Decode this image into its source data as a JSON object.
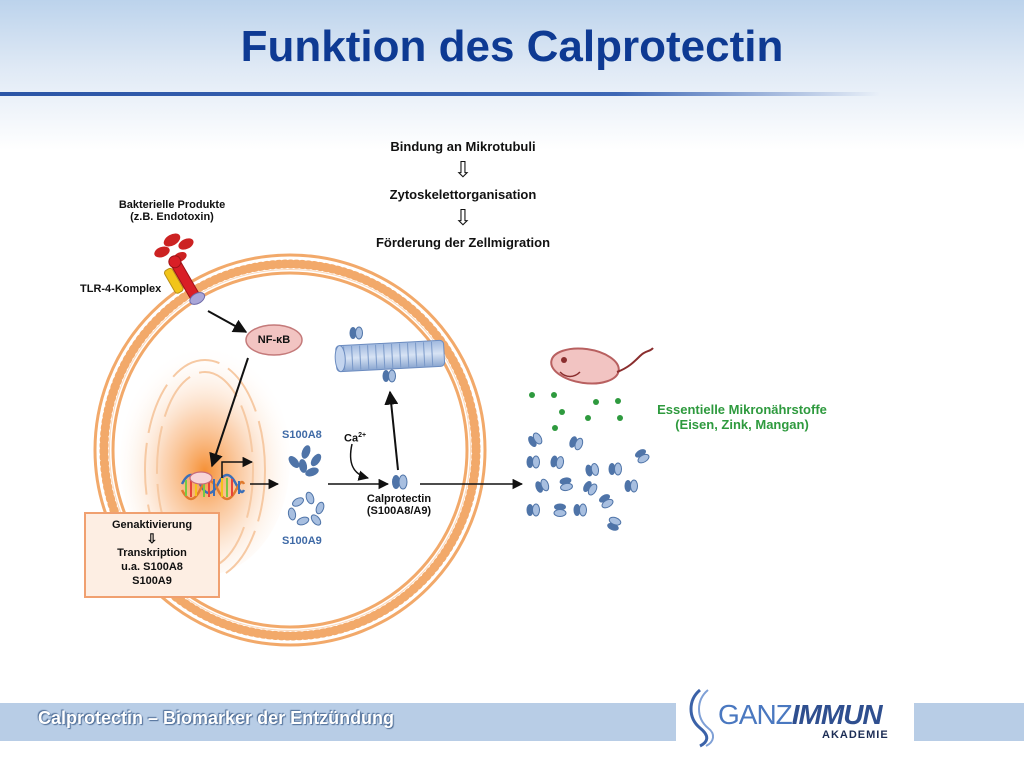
{
  "slide": {
    "title": "Funktion des Calprotectin"
  },
  "top_chain": {
    "step1": "Bindung an Mikrotubuli",
    "step2": "Zytoskelettorganisation",
    "step3": "Förderung der Zellmigration",
    "arrow_glyph": "⇩"
  },
  "labels": {
    "bacterial_line1": "Bakterielle Produkte",
    "bacterial_line2": "(z.B. Endotoxin)",
    "tlr4": "TLR-4-Komplex",
    "nfkb": "NF-κB",
    "s100a8": "S100A8",
    "s100a9": "S100A9",
    "ca_base": "Ca",
    "ca_sup": "2+",
    "calprotectin_line1": "Calprotectin",
    "calprotectin_line2": "(S100A8/A9)",
    "micronutrients_line1": "Essentielle Mikronährstoffe",
    "micronutrients_line2": "(Eisen, Zink, Mangan)"
  },
  "gene_box": {
    "line1": "Genaktivierung",
    "arrow": "⇩",
    "line2": "Transkription",
    "line3": "u.a. S100A8",
    "line4": "S100A9"
  },
  "footer": {
    "caption": "Calprotectin – Biomarker der Entzündung",
    "logo_part1": "GANZ",
    "logo_part2": "IMMUN",
    "logo_sub": "AKADEMIE"
  },
  "colors": {
    "title": "#0e3a93",
    "membrane": "#f2a96a",
    "protein_blue": "#4f74a8",
    "label_blue": "#3f6aa6",
    "micronutrient_green": "#2e9a3e",
    "bacteria_red": "#cc2222",
    "gene_box_border": "#f0a070"
  }
}
